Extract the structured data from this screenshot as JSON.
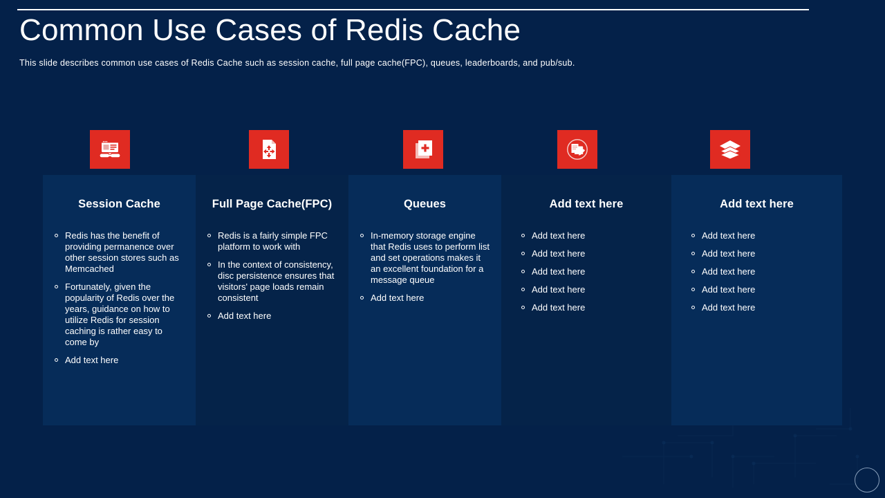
{
  "header": {
    "title": "Common Use Cases of Redis Cache",
    "subtitle": "This slide describes common use cases of Redis Cache such as session cache, full page cache(FPC), queues, leaderboards,  and pub/sub."
  },
  "theme": {
    "background": "#042149",
    "panel": "#062a56",
    "accent_red": "#e02b22",
    "text": "#ffffff"
  },
  "columns": [
    {
      "icon": "session-cache-icon",
      "title": "Session Cache",
      "bullets": [
        "Redis has the benefit of providing permanence over other session stores such as Memcached",
        "Fortunately, given the popularity of Redis over the years, guidance on how to utilize Redis for session caching is rather easy to come by",
        "Add text here"
      ]
    },
    {
      "icon": "full-page-cache-icon",
      "title": "Full Page Cache(FPC)",
      "bullets": [
        "Redis is a fairly simple FPC platform to work with",
        "In the context of consistency, disc persistence ensures that visitors' page loads remain consistent",
        "Add text here"
      ]
    },
    {
      "icon": "queues-icon",
      "title": "Queues",
      "bullets": [
        "In-memory storage engine that Redis uses to perform list and set operations makes it an excellent foundation for a message queue",
        "Add text here"
      ]
    },
    {
      "icon": "leaderboards-icon",
      "title": "Add text here",
      "bullets": [
        "Add text here",
        "Add text here",
        "Add text here",
        "Add text here",
        "Add text here"
      ]
    },
    {
      "icon": "pubsub-layers-icon",
      "title": "Add text here",
      "bullets": [
        "Add text here",
        "Add text here",
        "Add text here",
        "Add text here",
        "Add text here"
      ]
    }
  ]
}
